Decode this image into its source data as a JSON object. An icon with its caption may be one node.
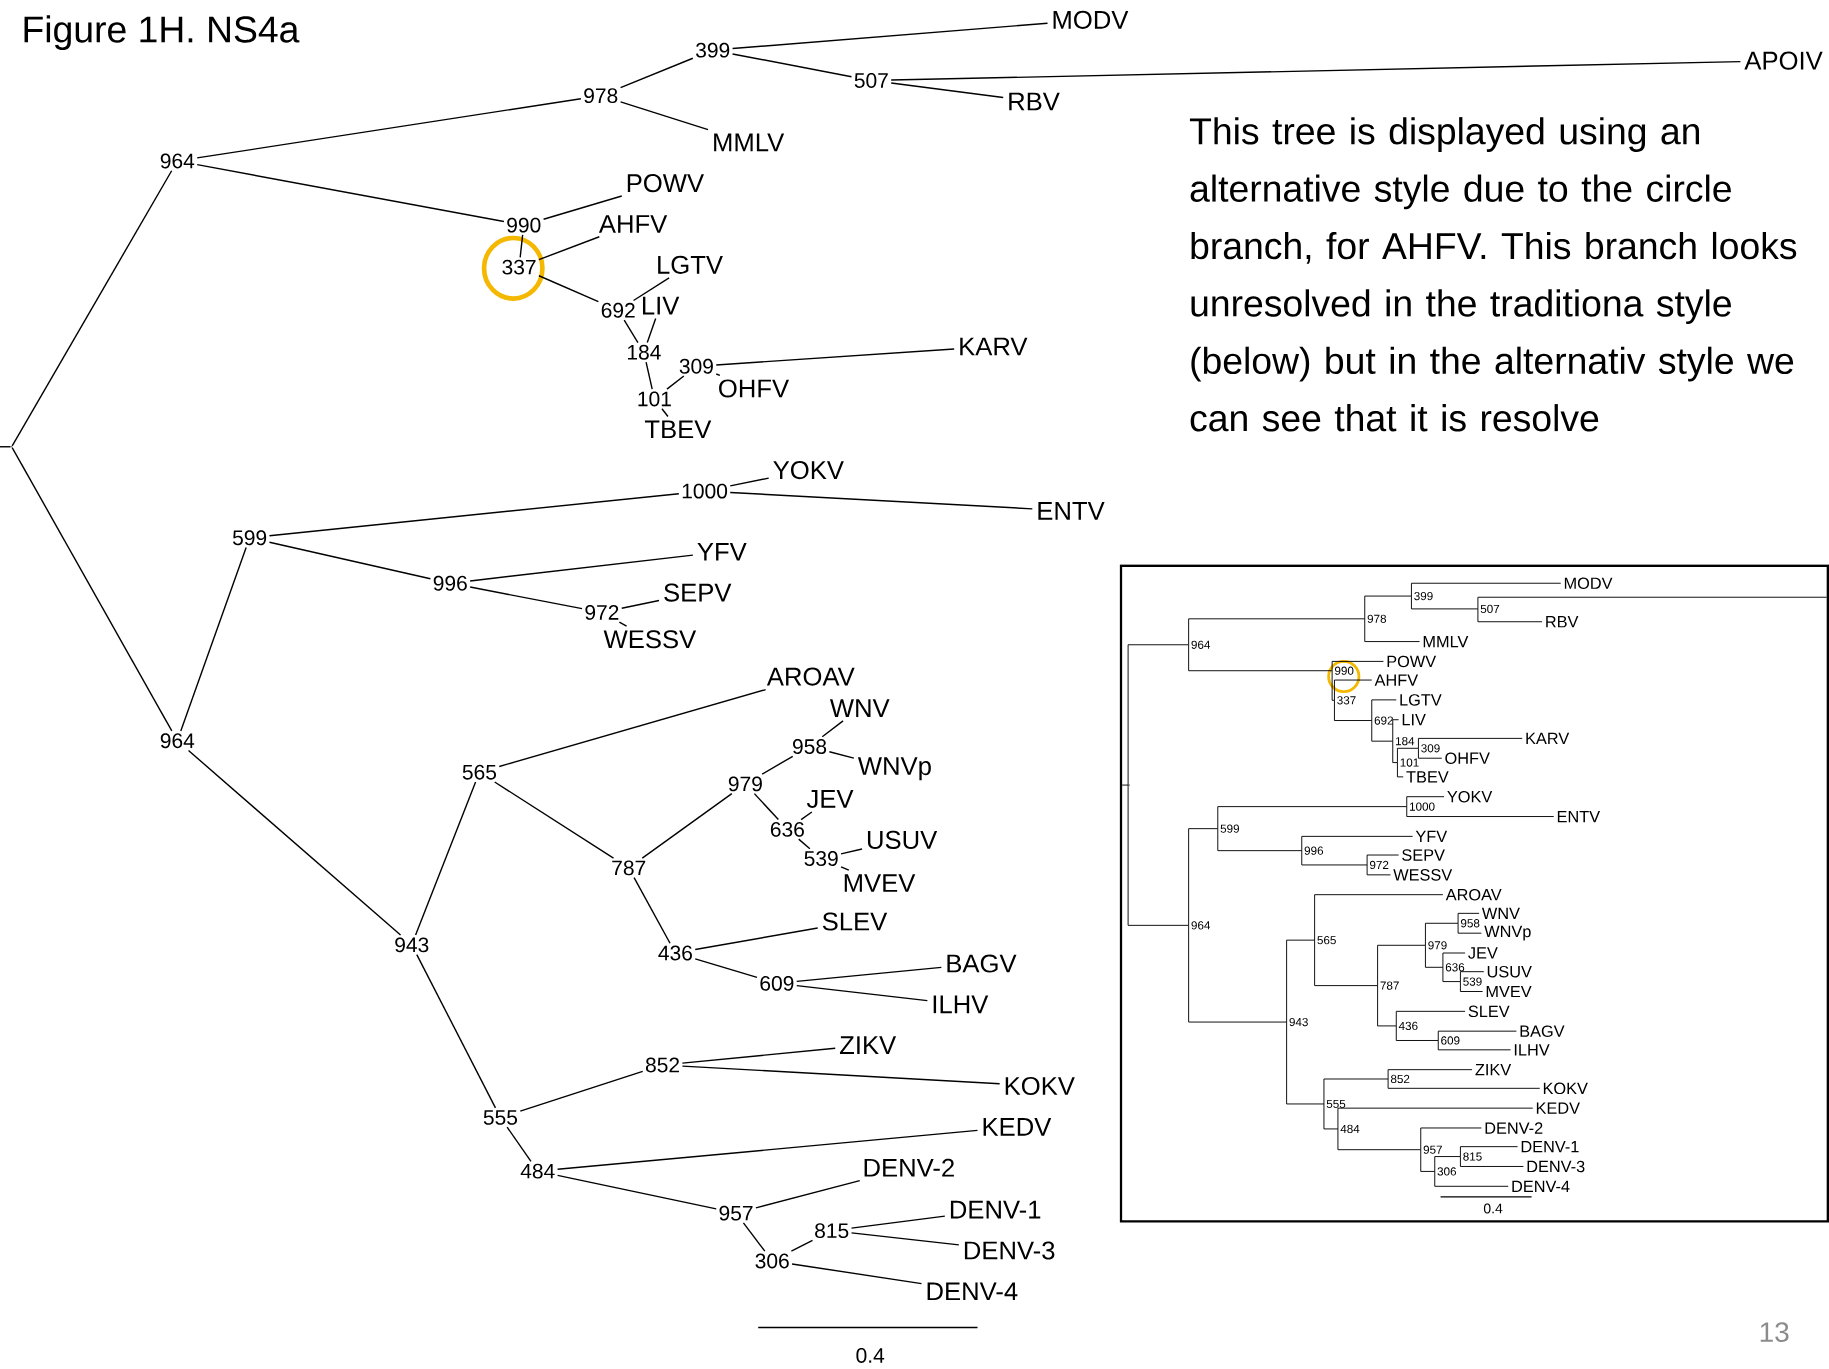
{
  "diagram": {
    "title": "Figure 1H. NS4a",
    "nodes": [
      {
        "text": [],
        "shape": "dot"
      },
      {
        "text": [
          "964"
        ]
      },
      {
        "text": [
          "978"
        ]
      },
      {
        "text": [
          "399"
        ]
      },
      {
        "text": [
          "MODV"
        ]
      },
      {
        "text": [
          "507"
        ]
      },
      {
        "text": [
          "APOIV"
        ]
      },
      {
        "text": [
          "RBV"
        ]
      },
      {
        "text": [
          "MMLV"
        ]
      },
      {
        "text": [
          "990"
        ]
      },
      {
        "text": [
          "POWV"
        ]
      },
      {
        "text": [
          "337"
        ]
      },
      {
        "text": [
          "AHFV"
        ]
      },
      {
        "text": [
          "692"
        ]
      },
      {
        "text": [
          "LGTV"
        ]
      },
      {
        "text": [
          "184"
        ]
      },
      {
        "text": [
          "LIV"
        ]
      },
      {
        "text": [
          "101"
        ]
      },
      {
        "text": [
          "309"
        ]
      },
      {
        "text": [
          "KARV"
        ]
      },
      {
        "text": [
          "OHFV"
        ]
      },
      {
        "text": [
          "TBEV"
        ]
      },
      {
        "text": [
          "964"
        ]
      },
      {
        "text": [
          "599"
        ]
      },
      {
        "text": [
          "1000"
        ]
      },
      {
        "text": [
          "YOKV"
        ]
      },
      {
        "text": [
          "ENTV"
        ]
      },
      {
        "text": [
          "996"
        ]
      },
      {
        "text": [
          "YFV"
        ]
      },
      {
        "text": [
          "972"
        ]
      },
      {
        "text": [
          "SEPV"
        ]
      },
      {
        "text": [
          "WESSV"
        ]
      },
      {
        "text": [
          "943"
        ]
      },
      {
        "text": [
          "565"
        ]
      },
      {
        "text": [
          "AROAV"
        ]
      },
      {
        "text": [
          "787"
        ]
      },
      {
        "text": [
          "979"
        ]
      },
      {
        "text": [
          "958"
        ]
      },
      {
        "text": [
          "WNV"
        ]
      },
      {
        "text": [
          "WNVp"
        ]
      },
      {
        "text": [
          "636"
        ]
      },
      {
        "text": [
          "JEV"
        ]
      },
      {
        "text": [
          "539"
        ]
      },
      {
        "text": [
          "USUV"
        ]
      },
      {
        "text": [
          "MVEV"
        ]
      },
      {
        "text": [
          "436"
        ]
      },
      {
        "text": [
          "SLEV"
        ]
      },
      {
        "text": [
          "609"
        ]
      },
      {
        "text": [
          "BAGV"
        ]
      },
      {
        "text": [
          "ILHV"
        ]
      },
      {
        "text": [
          "555"
        ]
      },
      {
        "text": [
          "852"
        ]
      },
      {
        "text": [
          "ZIKV"
        ]
      },
      {
        "text": [
          "KOKV"
        ]
      },
      {
        "text": [
          "484"
        ]
      },
      {
        "text": [
          "KEDV"
        ]
      },
      {
        "text": [
          "957"
        ]
      },
      {
        "text": [
          "DENV-2"
        ]
      },
      {
        "text": [
          "306"
        ]
      },
      {
        "text": [
          "815"
        ]
      },
      {
        "text": [
          "DENV-1"
        ]
      },
      {
        "text": [
          "DENV-3"
        ]
      },
      {
        "text": [
          "DENV-4"
        ]
      },
      {
        "text": [],
        "shape": "box"
      },
      {
        "text": [],
        "shape": "dot",
        "in": 63
      },
      {
        "text": [
          "964"
        ],
        "in": 63
      },
      {
        "text": [
          "978"
        ],
        "in": 63
      },
      {
        "text": [
          "399"
        ],
        "in": 63
      },
      {
        "text": [
          "MODV"
        ],
        "in": 63
      },
      {
        "text": [
          "507"
        ],
        "in": 63
      },
      {
        "text": [
          "RBV"
        ],
        "in": 63
      },
      {
        "text": [
          "MMLV"
        ],
        "in": 63
      },
      {
        "text": [
          "990"
        ],
        "in": 63
      },
      {
        "text": [
          "POWV"
        ],
        "in": 63
      },
      {
        "text": [
          "337"
        ],
        "in": 63
      },
      {
        "text": [
          "AHFV"
        ],
        "in": 63
      },
      {
        "text": [
          "692"
        ],
        "in": 63
      },
      {
        "text": [
          "LGTV"
        ],
        "in": 63
      },
      {
        "text": [
          "184"
        ],
        "in": 63
      },
      {
        "text": [
          "LIV"
        ],
        "in": 63
      },
      {
        "text": [
          "101"
        ],
        "in": 63
      },
      {
        "text": [
          "309"
        ],
        "in": 63
      },
      {
        "text": [
          "KARV"
        ],
        "in": 63
      },
      {
        "text": [
          "OHFV"
        ],
        "in": 63
      },
      {
        "text": [
          "TBEV"
        ],
        "in": 63
      },
      {
        "text": [
          "964"
        ],
        "in": 63
      },
      {
        "text": [
          "599"
        ],
        "in": 63
      },
      {
        "text": [
          "1000"
        ],
        "in": 63
      },
      {
        "text": [
          "YOKV"
        ],
        "in": 63
      },
      {
        "text": [
          "ENTV"
        ],
        "in": 63
      },
      {
        "text": [
          "996"
        ],
        "in": 63
      },
      {
        "text": [
          "YFV"
        ],
        "in": 63
      },
      {
        "text": [
          "972"
        ],
        "in": 63
      },
      {
        "text": [
          "SEPV"
        ],
        "in": 63
      },
      {
        "text": [
          "WESSV"
        ],
        "in": 63
      },
      {
        "text": [
          "943"
        ],
        "in": 63
      },
      {
        "text": [
          "565"
        ],
        "in": 63
      },
      {
        "text": [
          "AROAV"
        ],
        "in": 63
      },
      {
        "text": [
          "787"
        ],
        "in": 63
      },
      {
        "text": [
          "979"
        ],
        "in": 63
      },
      {
        "text": [
          "958"
        ],
        "in": 63
      },
      {
        "text": [
          "WNV"
        ],
        "in": 63
      },
      {
        "text": [
          "WNVp"
        ],
        "in": 63
      },
      {
        "text": [
          "636"
        ],
        "in": 63
      },
      {
        "text": [
          "JEV"
        ],
        "in": 63
      },
      {
        "text": [
          "539"
        ],
        "in": 63
      },
      {
        "text": [
          "USUV"
        ],
        "in": 63
      },
      {
        "text": [
          "MVEV"
        ],
        "in": 63
      },
      {
        "text": [
          "436"
        ],
        "in": 63
      },
      {
        "text": [
          "SLEV"
        ],
        "in": 63
      },
      {
        "text": [
          "609"
        ],
        "in": 63
      },
      {
        "text": [
          "BAGV"
        ],
        "in": 63
      },
      {
        "text": [
          "ILHV"
        ],
        "in": 63
      },
      {
        "text": [
          "555"
        ],
        "in": 63
      },
      {
        "text": [
          "852"
        ],
        "in": 63
      },
      {
        "text": [
          "ZIKV"
        ],
        "in": 63
      },
      {
        "text": [
          "KOKV"
        ],
        "in": 63
      },
      {
        "text": [
          "484"
        ],
        "in": 63
      },
      {
        "text": [
          "KEDV"
        ],
        "in": 63
      },
      {
        "text": [
          "957"
        ],
        "in": 63
      },
      {
        "text": [
          "DENV-2"
        ],
        "in": 63
      },
      {
        "text": [
          "306"
        ],
        "in": 63
      },
      {
        "text": [
          "815"
        ],
        "in": 63
      },
      {
        "text": [
          "DENV-1"
        ],
        "in": 63
      },
      {
        "text": [
          "DENV-3"
        ],
        "in": 63
      },
      {
        "text": [
          "DENV-4"
        ],
        "in": 63
      }
    ],
    "edges": [
      {
        "from": 0,
        "to": 1,
        "arrow": "none"
      },
      {
        "from": 1,
        "to": 2,
        "arrow": "none"
      },
      {
        "from": 2,
        "to": 3,
        "arrow": "none"
      },
      {
        "from": 3,
        "to": 4,
        "arrow": "none"
      },
      {
        "from": 3,
        "to": 5,
        "arrow": "none"
      },
      {
        "from": 5,
        "to": 6,
        "arrow": "none"
      },
      {
        "from": 5,
        "to": 7,
        "arrow": "none"
      },
      {
        "from": 2,
        "to": 8,
        "arrow": "none"
      },
      {
        "from": 1,
        "to": 9,
        "arrow": "none"
      },
      {
        "from": 9,
        "to": 10,
        "arrow": "none"
      },
      {
        "from": 9,
        "to": 11,
        "arrow": "none"
      },
      {
        "from": 11,
        "to": 12,
        "arrow": "none"
      },
      {
        "from": 11,
        "to": 13,
        "arrow": "none"
      },
      {
        "from": 13,
        "to": 14,
        "arrow": "none"
      },
      {
        "from": 13,
        "to": 15,
        "arrow": "none"
      },
      {
        "from": 15,
        "to": 16,
        "arrow": "none"
      },
      {
        "from": 15,
        "to": 17,
        "arrow": "none"
      },
      {
        "from": 17,
        "to": 18,
        "arrow": "none"
      },
      {
        "from": 18,
        "to": 19,
        "arrow": "none"
      },
      {
        "from": 18,
        "to": 20,
        "arrow": "none"
      },
      {
        "from": 17,
        "to": 21,
        "arrow": "none"
      },
      {
        "from": 0,
        "to": 22,
        "arrow": "none"
      },
      {
        "from": 22,
        "to": 23,
        "arrow": "none"
      },
      {
        "from": 23,
        "to": 24,
        "arrow": "none"
      },
      {
        "from": 24,
        "to": 25,
        "arrow": "none"
      },
      {
        "from": 24,
        "to": 26,
        "arrow": "none"
      },
      {
        "from": 23,
        "to": 27,
        "arrow": "none"
      },
      {
        "from": 27,
        "to": 28,
        "arrow": "none"
      },
      {
        "from": 27,
        "to": 29,
        "arrow": "none"
      },
      {
        "from": 29,
        "to": 30,
        "arrow": "none"
      },
      {
        "from": 29,
        "to": 31,
        "arrow": "none"
      },
      {
        "from": 22,
        "to": 32,
        "arrow": "none"
      },
      {
        "from": 32,
        "to": 33,
        "arrow": "none"
      },
      {
        "from": 33,
        "to": 34,
        "arrow": "none"
      },
      {
        "from": 33,
        "to": 35,
        "arrow": "none"
      },
      {
        "from": 35,
        "to": 36,
        "arrow": "none"
      },
      {
        "from": 36,
        "to": 37,
        "arrow": "none"
      },
      {
        "from": 37,
        "to": 38,
        "arrow": "none"
      },
      {
        "from": 37,
        "to": 39,
        "arrow": "none"
      },
      {
        "from": 36,
        "to": 40,
        "arrow": "none"
      },
      {
        "from": 40,
        "to": 41,
        "arrow": "none"
      },
      {
        "from": 40,
        "to": 42,
        "arrow": "none"
      },
      {
        "from": 42,
        "to": 43,
        "arrow": "none"
      },
      {
        "from": 42,
        "to": 44,
        "arrow": "none"
      },
      {
        "from": 35,
        "to": 45,
        "arrow": "none"
      },
      {
        "from": 45,
        "to": 46,
        "arrow": "none"
      },
      {
        "from": 45,
        "to": 47,
        "arrow": "none"
      },
      {
        "from": 47,
        "to": 48,
        "arrow": "none"
      },
      {
        "from": 47,
        "to": 49,
        "arrow": "none"
      },
      {
        "from": 32,
        "to": 50,
        "arrow": "none"
      },
      {
        "from": 50,
        "to": 51,
        "arrow": "none"
      },
      {
        "from": 51,
        "to": 52,
        "arrow": "none"
      },
      {
        "from": 51,
        "to": 53,
        "arrow": "none"
      },
      {
        "from": 50,
        "to": 54,
        "arrow": "none"
      },
      {
        "from": 54,
        "to": 55,
        "arrow": "none"
      },
      {
        "from": 54,
        "to": 56,
        "arrow": "none"
      },
      {
        "from": 56,
        "to": 57,
        "arrow": "none"
      },
      {
        "from": 56,
        "to": 58,
        "arrow": "none"
      },
      {
        "from": 58,
        "to": 59,
        "arrow": "none"
      },
      {
        "from": 59,
        "to": 60,
        "arrow": "none"
      },
      {
        "from": 59,
        "to": 61,
        "arrow": "none"
      },
      {
        "from": 58,
        "to": 62,
        "arrow": "none"
      },
      {
        "from": 64,
        "to": 65,
        "arrow": "none"
      },
      {
        "from": 65,
        "to": 66,
        "arrow": "none"
      },
      {
        "from": 66,
        "to": 67,
        "arrow": "none"
      },
      {
        "from": 67,
        "to": 68,
        "arrow": "none"
      },
      {
        "from": 67,
        "to": 69,
        "arrow": "none"
      },
      {
        "from": 69,
        "to": null,
        "arrow": "none"
      },
      {
        "from": 69,
        "to": 70,
        "arrow": "none"
      },
      {
        "from": 66,
        "to": 71,
        "arrow": "none"
      },
      {
        "from": 65,
        "to": 72,
        "arrow": "none"
      },
      {
        "from": 72,
        "to": 73,
        "arrow": "none"
      },
      {
        "from": 72,
        "to": 74,
        "arrow": "none"
      },
      {
        "from": 74,
        "to": 75,
        "arrow": "none"
      },
      {
        "from": 74,
        "to": 76,
        "arrow": "none"
      },
      {
        "from": 76,
        "to": 77,
        "arrow": "none"
      },
      {
        "from": 76,
        "to": 78,
        "arrow": "none"
      },
      {
        "from": 78,
        "to": 79,
        "arrow": "none"
      },
      {
        "from": 78,
        "to": 80,
        "arrow": "none"
      },
      {
        "from": 80,
        "to": 81,
        "arrow": "none"
      },
      {
        "from": 81,
        "to": 82,
        "arrow": "none"
      },
      {
        "from": 81,
        "to": 83,
        "arrow": "none"
      },
      {
        "from": 80,
        "to": 84,
        "arrow": "none"
      },
      {
        "from": 64,
        "to": 85,
        "arrow": "none"
      },
      {
        "from": 85,
        "to": 86,
        "arrow": "none"
      },
      {
        "from": 86,
        "to": 87,
        "arrow": "none"
      },
      {
        "from": 87,
        "to": 88,
        "arrow": "none"
      },
      {
        "from": 87,
        "to": 89,
        "arrow": "none"
      },
      {
        "from": 86,
        "to": 90,
        "arrow": "none"
      },
      {
        "from": 90,
        "to": 91,
        "arrow": "none"
      },
      {
        "from": 90,
        "to": 92,
        "arrow": "none"
      },
      {
        "from": 92,
        "to": 93,
        "arrow": "none"
      },
      {
        "from": 92,
        "to": 94,
        "arrow": "none"
      },
      {
        "from": 85,
        "to": 95,
        "arrow": "none"
      },
      {
        "from": 95,
        "to": 96,
        "arrow": "none"
      },
      {
        "from": 96,
        "to": 97,
        "arrow": "none"
      },
      {
        "from": 96,
        "to": 98,
        "arrow": "none"
      },
      {
        "from": 98,
        "to": 99,
        "arrow": "none"
      },
      {
        "from": 99,
        "to": 100,
        "arrow": "none"
      },
      {
        "from": 100,
        "to": 101,
        "arrow": "none"
      },
      {
        "from": 100,
        "to": 102,
        "arrow": "none"
      },
      {
        "from": 99,
        "to": 103,
        "arrow": "none"
      },
      {
        "from": 103,
        "to": 104,
        "arrow": "none"
      },
      {
        "from": 103,
        "to": 105,
        "arrow": "none"
      },
      {
        "from": 105,
        "to": 106,
        "arrow": "none"
      },
      {
        "from": 105,
        "to": 107,
        "arrow": "none"
      },
      {
        "from": 98,
        "to": 108,
        "arrow": "none"
      },
      {
        "from": 108,
        "to": 109,
        "arrow": "none"
      },
      {
        "from": 108,
        "to": 110,
        "arrow": "none"
      },
      {
        "from": 110,
        "to": 111,
        "arrow": "none"
      },
      {
        "from": 110,
        "to": 112,
        "arrow": "none"
      },
      {
        "from": 95,
        "to": 113,
        "arrow": "none"
      },
      {
        "from": 113,
        "to": 114,
        "arrow": "none"
      },
      {
        "from": 114,
        "to": 115,
        "arrow": "none"
      },
      {
        "from": 114,
        "to": 116,
        "arrow": "none"
      },
      {
        "from": 113,
        "to": 117,
        "arrow": "none"
      },
      {
        "from": 117,
        "to": 118,
        "arrow": "none"
      },
      {
        "from": 117,
        "to": 119,
        "arrow": "none"
      },
      {
        "from": 119,
        "to": 120,
        "arrow": "none"
      },
      {
        "from": 119,
        "to": 121,
        "arrow": "none"
      },
      {
        "from": 121,
        "to": 122,
        "arrow": "none"
      },
      {
        "from": 122,
        "to": 123,
        "arrow": "none"
      },
      {
        "from": 122,
        "to": 124,
        "arrow": "none"
      },
      {
        "from": 121,
        "to": 125,
        "arrow": "none"
      },
      {
        "from": null,
        "to": 0,
        "arrow": "none"
      },
      {
        "from": null,
        "to": 64,
        "arrow": "none"
      }
    ],
    "labels": [
      "This tree is displayed using an alternative style due to the circle branch, for AHFV. This branch looks unresolved in the traditiona style (below) but in the alternativ style we can see that it is resolve",
      "0.4",
      "0.4",
      "13"
    ]
  }
}
